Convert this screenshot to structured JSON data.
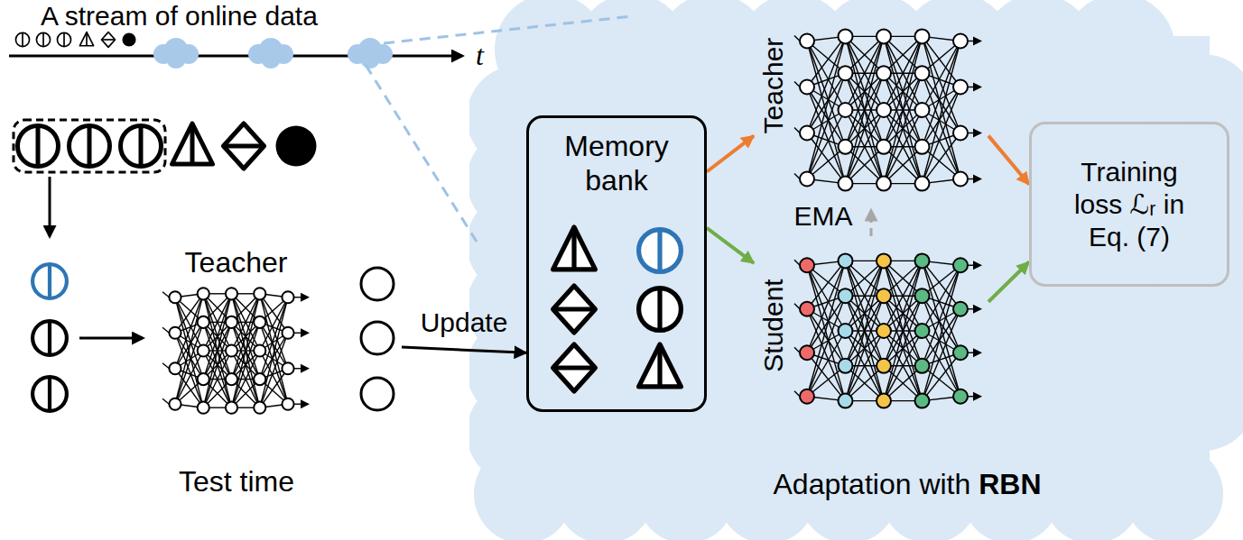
{
  "diagram": {
    "nodes": [
      {
        "text": [
          "Teacher"
        ]
      },
      {
        "text": [
          "Adaptation with RBN"
        ]
      },
      {
        "text": [
          "Memory bank"
        ],
        "in": 1
      },
      {
        "text": [
          "Teacher"
        ],
        "in": 1
      },
      {
        "text": [
          "Student"
        ],
        "in": 1
      },
      {
        "text": [
          "Training loss ℒᵣ in Eq. (7)"
        ],
        "in": 1
      }
    ],
    "edges": [
      {
        "from": 0,
        "to": 2,
        "arrow": "to",
        "label": "Update"
      },
      {
        "from": 2,
        "to": 3,
        "arrow": "to"
      },
      {
        "from": 2,
        "to": 4,
        "arrow": "to"
      },
      {
        "from": 3,
        "to": 5,
        "arrow": "to"
      },
      {
        "from": 4,
        "to": 5,
        "arrow": "to"
      },
      {
        "from": 4,
        "to": 3,
        "arrow": "to",
        "label": "EMA"
      }
    ],
    "labels": [
      "A stream of online data",
      "t",
      "Test time"
    ]
  }
}
